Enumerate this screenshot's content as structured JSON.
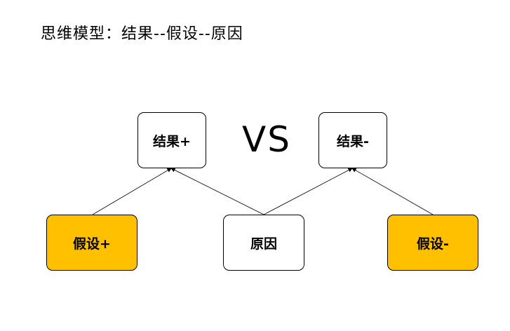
{
  "title": "思维模型：结果--假设--原因",
  "vs_label": "VS",
  "nodes": {
    "result_pos": "结果+",
    "result_neg": "结果-",
    "hypothesis_pos": "假设+",
    "cause": "原因",
    "hypothesis_neg": "假设-"
  },
  "edges": [
    {
      "from": "hypothesis_pos",
      "to": "result_pos"
    },
    {
      "from": "cause",
      "to": "result_pos"
    },
    {
      "from": "cause",
      "to": "result_neg"
    },
    {
      "from": "hypothesis_neg",
      "to": "result_neg"
    }
  ],
  "colors": {
    "highlight": "#ffc000",
    "default_fill": "#ffffff",
    "stroke": "#000000"
  }
}
